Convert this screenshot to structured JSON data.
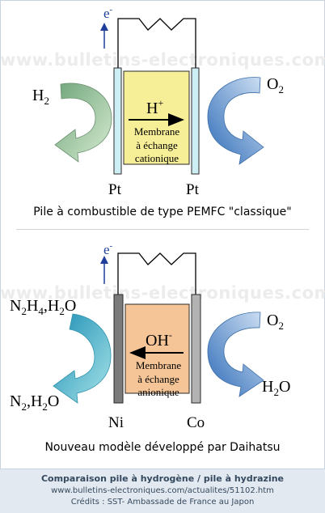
{
  "watermark": "www.bulletins-electroniques.com",
  "top_cell": {
    "electron": "e",
    "electron_sup": "-",
    "left_gas": "H",
    "left_gas_sub": "2",
    "right_gas": "O",
    "right_gas_sub": "2",
    "ion": "H",
    "ion_sup": "+",
    "membrane_lines": [
      "Membrane",
      "à échange",
      "cationique"
    ],
    "left_electrode": "Pt",
    "right_electrode": "Pt",
    "caption": "Pile à combustible de type PEMFC \"classique\""
  },
  "bottom_cell": {
    "electron": "e",
    "electron_sup": "-",
    "ion": "OH",
    "ion_sup": "-",
    "membrane_lines": [
      "Membrane",
      "à échange",
      "anionique"
    ],
    "left_electrode": "Ni",
    "right_electrode": "Co",
    "caption": "Nouveau modèle développé par Daihatsu"
  },
  "footer": {
    "title": "Comparaison pile à hydrogène / pile à hydrazine",
    "url": "www.bulletins-electroniques.com/actualites/51102.htm",
    "credits": "Crédits : SST- Ambassade de France au Japon"
  },
  "colors": {
    "membrane_top": "#f7ee98",
    "membrane_bottom": "#f5c597",
    "electrode_top": "#cdeef5",
    "electrode_bottom": "#b3b3b3",
    "electrode_bottom_dark": "#7b7b7b",
    "arrow_green": "#8fbc8f",
    "arrow_blue": "#5a8fd0",
    "arrow_teal": "#3fb6c4",
    "footer_bg": "#e3e9f0",
    "footer_text": "#35495e"
  }
}
